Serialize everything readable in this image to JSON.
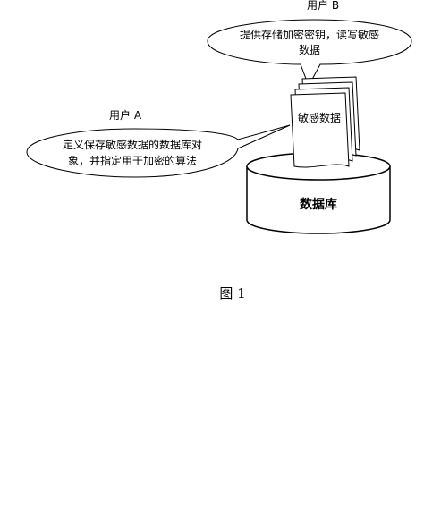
{
  "user_b": {
    "label": "用户 B",
    "bubble_line1": "提供存储加密密钥，读写敏感",
    "bubble_line2": "数据"
  },
  "user_a": {
    "label": "用户 A",
    "bubble_line1": "定义保存敏感数据的数据库对",
    "bubble_line2": "象，并指定用于加密的算法"
  },
  "document": {
    "label": "敏感数据"
  },
  "database": {
    "label": "数据库"
  },
  "figure_caption": "图 1"
}
